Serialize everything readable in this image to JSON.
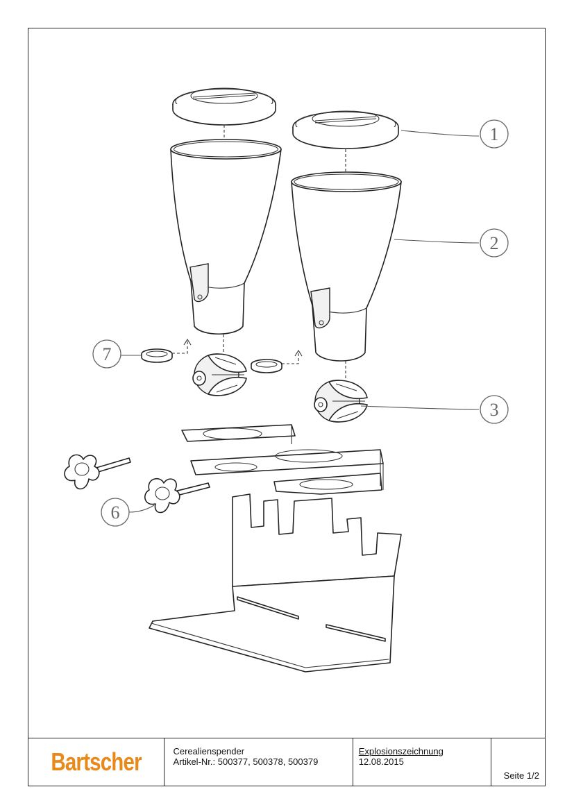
{
  "diagram": {
    "callouts": [
      {
        "id": "1",
        "label": "1"
      },
      {
        "id": "2",
        "label": "2"
      },
      {
        "id": "3",
        "label": "3"
      },
      {
        "id": "6",
        "label": "6"
      },
      {
        "id": "7",
        "label": "7"
      }
    ]
  },
  "footer": {
    "logo_text": "Bartscher",
    "product_name": "Cerealienspender",
    "article_numbers": "Artikel-Nr.: 500377, 500378, 500379",
    "doc_type": "Explosionszeichnung",
    "date": "12.08.2015",
    "page": "Seite 1/2"
  },
  "colors": {
    "brand": "#e8891a",
    "line": "#222222",
    "callout": "#666666"
  }
}
